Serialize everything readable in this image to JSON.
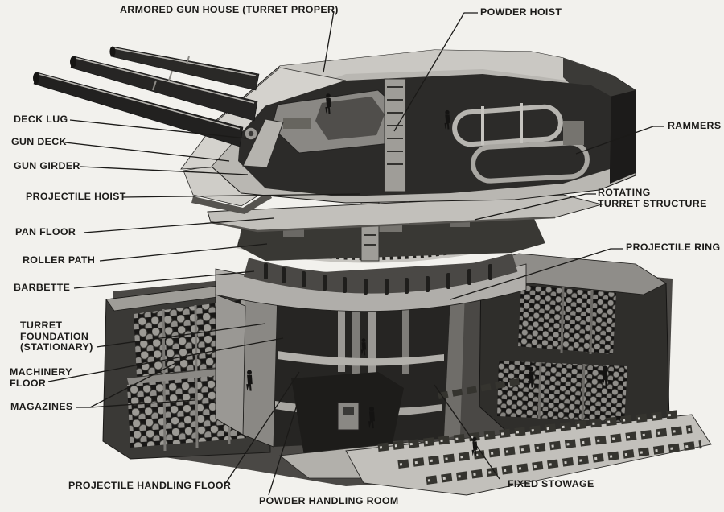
{
  "labels": {
    "armored_gun_house": "ARMORED GUN HOUSE (TURRET PROPER)",
    "powder_hoist": "POWDER HOIST",
    "deck_lug": "DECK LUG",
    "gun_deck": "GUN DECK",
    "gun_girder": "GUN GIRDER",
    "projectile_hoist": "PROJECTILE HOIST",
    "pan_floor": "PAN FLOOR",
    "roller_path": "ROLLER PATH",
    "barbette": "BARBETTE",
    "turret_foundation": "TURRET\nFOUNDATION\n(STATIONARY)",
    "machinery_floor": "MACHINERY\nFLOOR",
    "magazines": "MAGAZINES",
    "projectile_handling_floor": "PROJECTILE HANDLING FLOOR",
    "powder_handling_room": "POWDER HANDLING ROOM",
    "rammers": "RAMMERS",
    "rotating_turret_structure": "ROTATING\nTURRET STRUCTURE",
    "projectile_ring": "PROJECTILE RING",
    "fixed_stowage": "FIXED STOWAGE"
  },
  "colors": {
    "paper": "#f2f1ed",
    "ink": "#1b1a18",
    "metal_light": "#d3d1cc",
    "metal_mid": "#8a8884",
    "metal_dark": "#2a2927"
  }
}
